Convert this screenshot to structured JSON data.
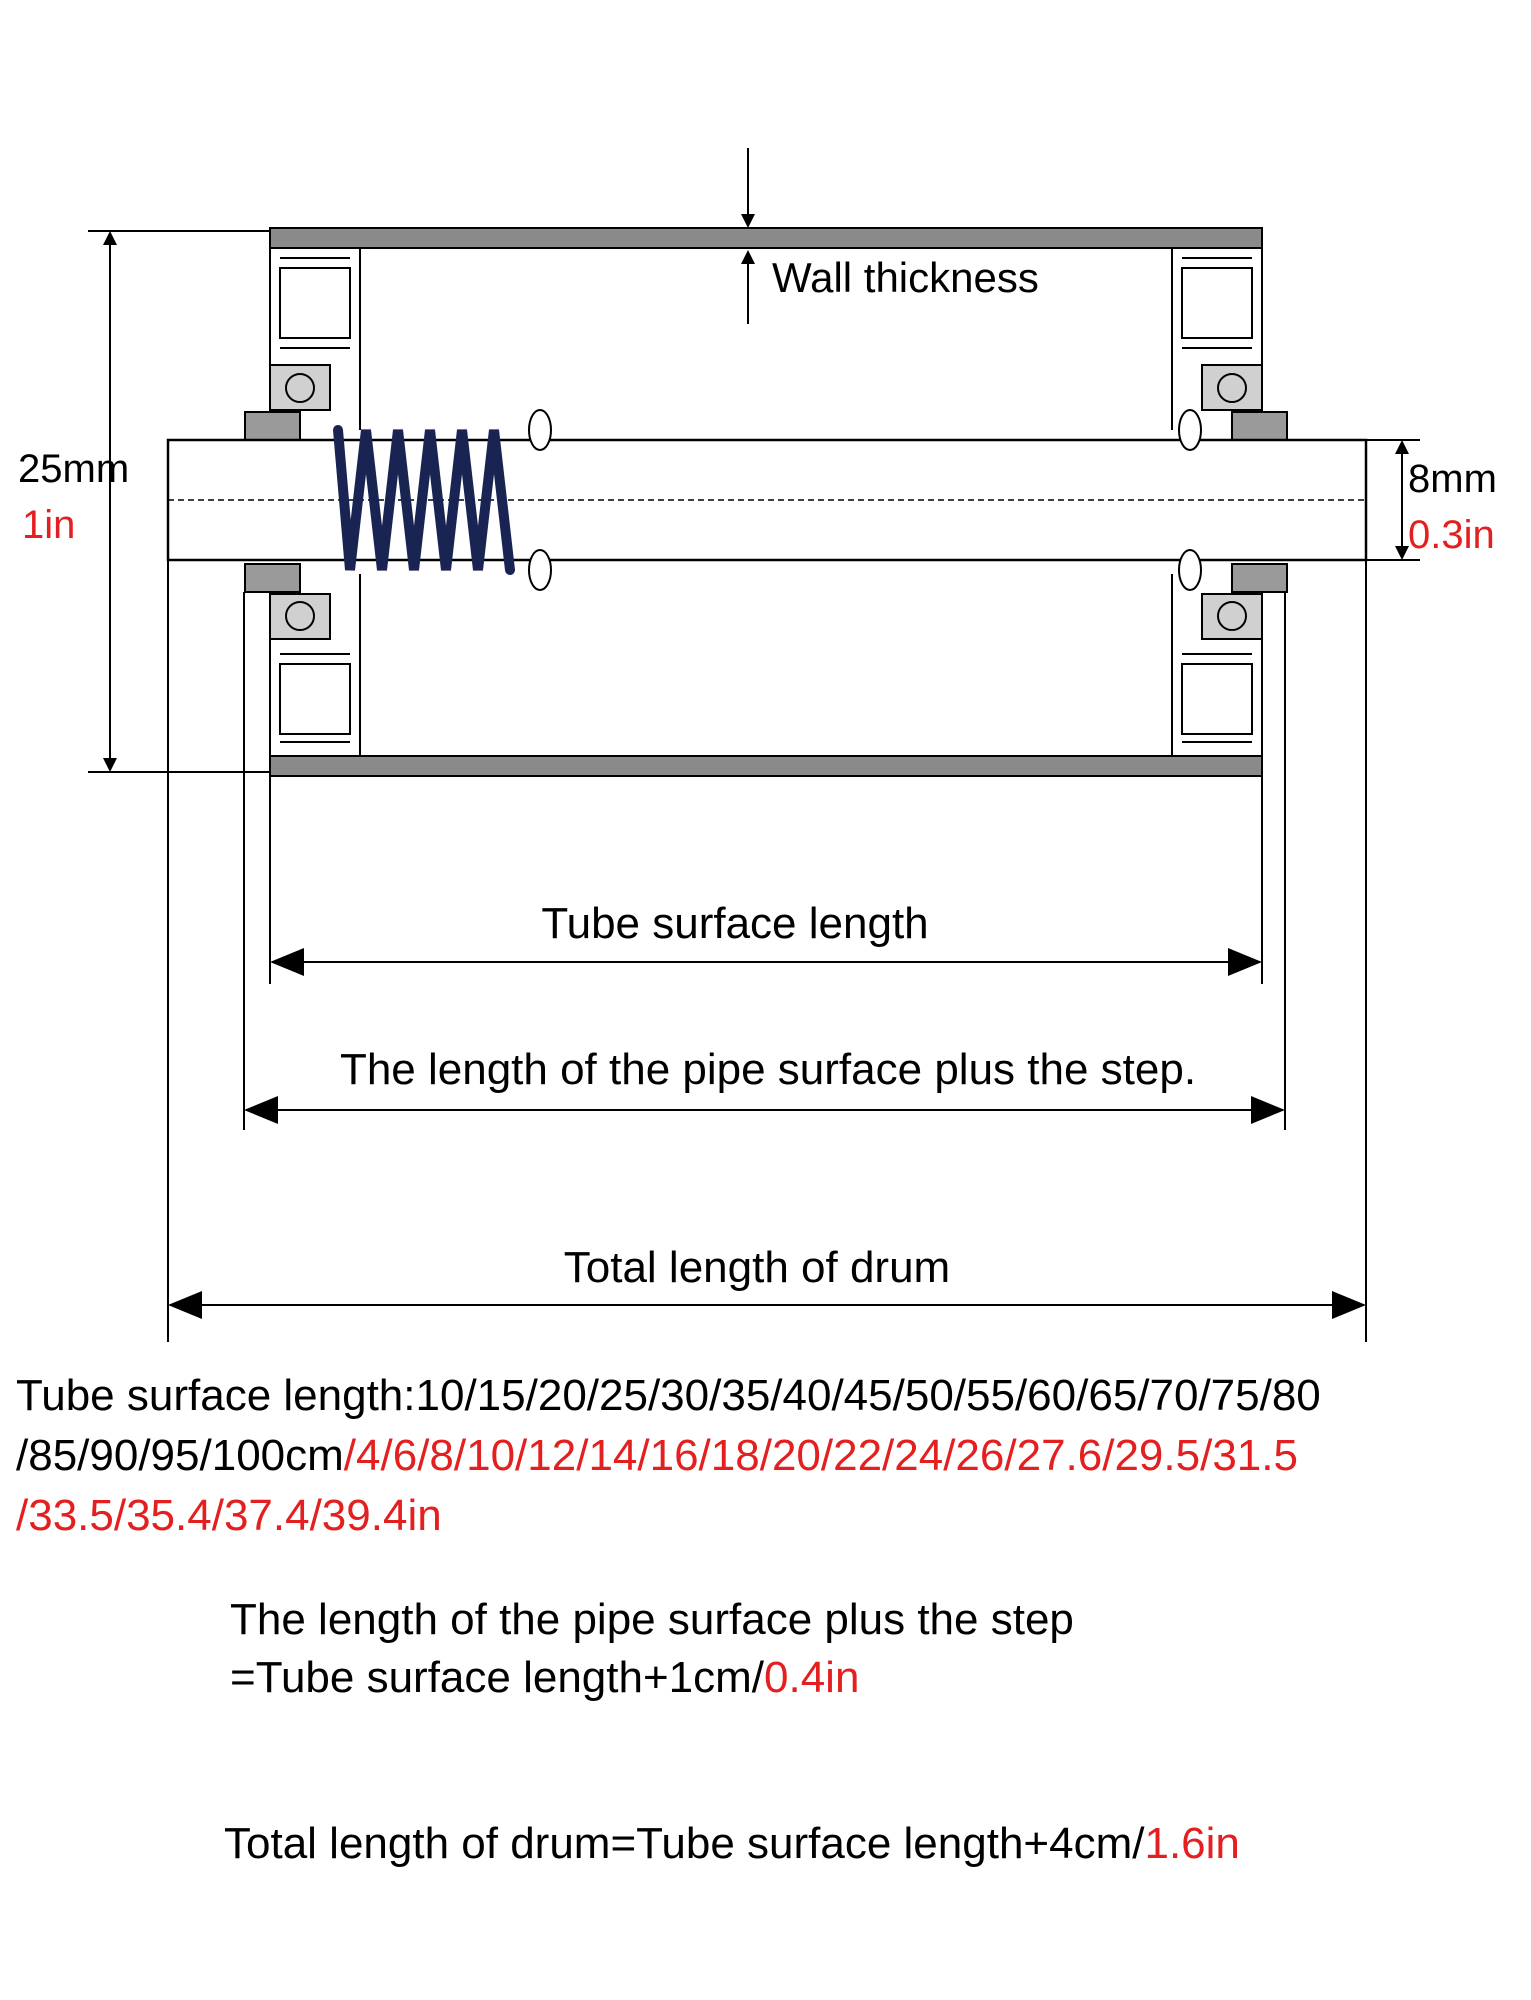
{
  "diagram": {
    "labels": {
      "wall_thickness": "Wall thickness",
      "outer_mm": "25mm",
      "outer_in": "1in",
      "shaft_mm": "8mm",
      "shaft_in": "0.3in",
      "tube_surface_length": "Tube surface length",
      "pipe_plus_step": "The length of the pipe surface plus the step.",
      "total_length": "Total length of drum"
    },
    "colors": {
      "accent_red": "#e41f1f",
      "spring_navy": "#1a2452",
      "tube_gray": "#8a8a8a"
    }
  },
  "notes": {
    "lengths_label": "Tube surface length:",
    "lengths_cm_1": "10/15/20/25/30/35/40/45/50/55/60/65/70/75/80",
    "lengths_cm_2": "/85/90/95/100cm",
    "lengths_in_1": "/4/6/8/10/12/14/16/18/20/22/24/26/27.6/29.5/31.5",
    "lengths_in_2": "/33.5/35.4/37.4/39.4in",
    "step_formula_line1": "The length of the pipe surface plus the step",
    "step_formula_line2_black": "=Tube surface length+1cm/",
    "step_formula_line2_red": "0.4in",
    "total_formula_black": "Total length of drum=Tube surface length+4cm/",
    "total_formula_red": "1.6in"
  }
}
